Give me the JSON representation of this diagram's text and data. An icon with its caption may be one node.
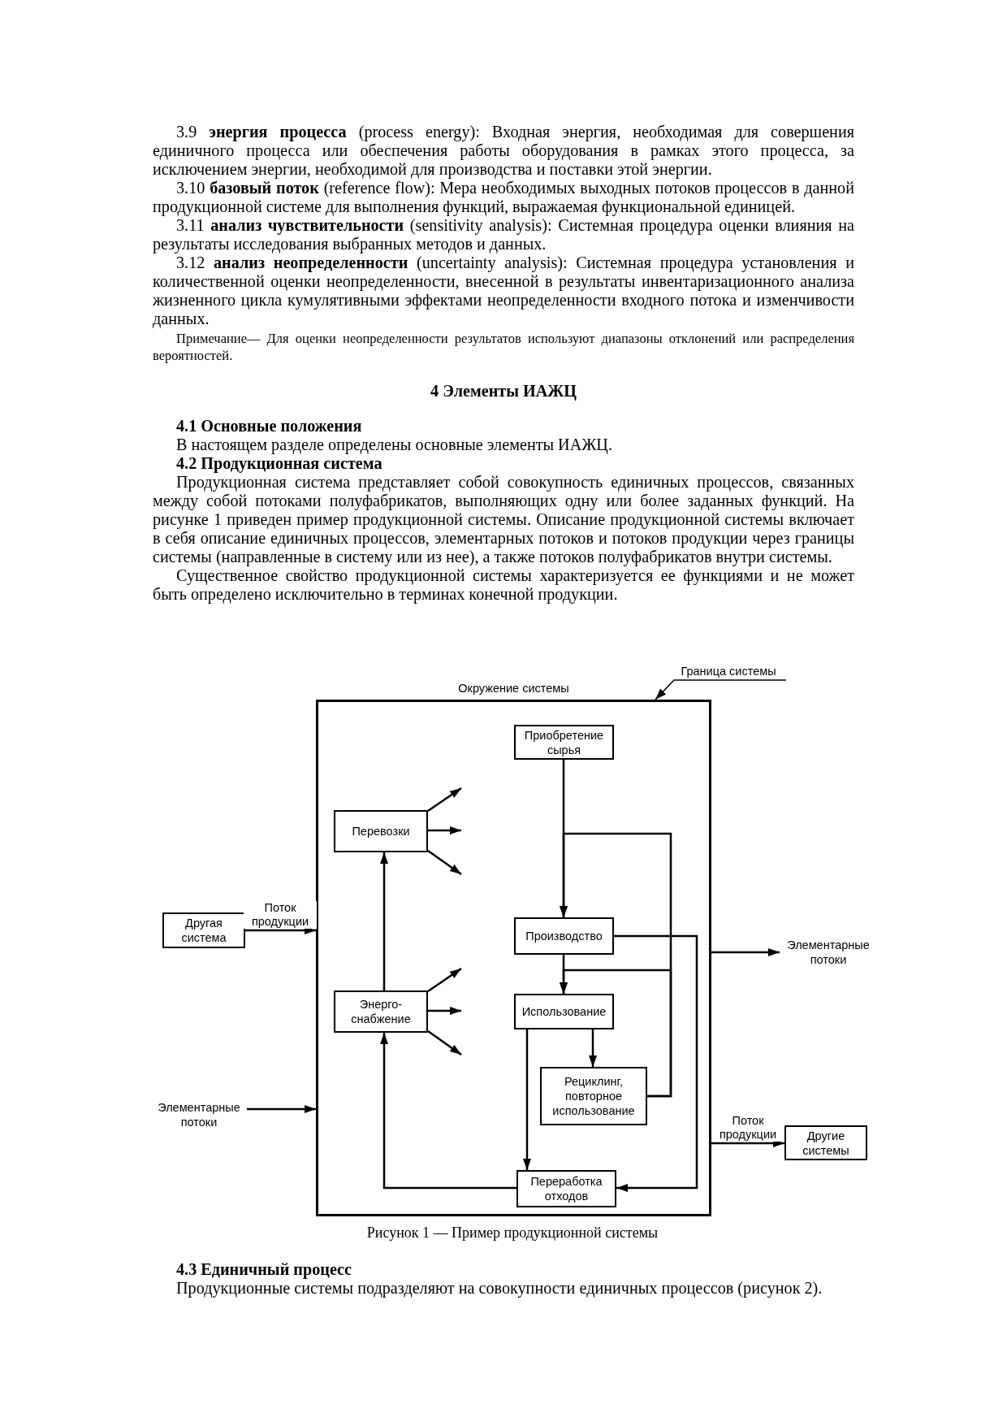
{
  "diagram": {
    "caption": "Рисунок 1 — Пример продукционной системы",
    "nodes": [
      {
        "text": [
          "Окружение системы"
        ]
      },
      {
        "text": [
          "Приобретение сырья"
        ],
        "in": 0
      },
      {
        "text": [
          "Перевозки"
        ],
        "in": 0
      },
      {
        "text": [
          "Производство"
        ],
        "in": 0
      },
      {
        "text": [
          "Энерго- снабжение"
        ],
        "in": 0
      },
      {
        "text": [
          "Использование"
        ],
        "in": 0
      },
      {
        "text": [
          "Рециклинг, повторное использование"
        ],
        "in": 0
      },
      {
        "text": [
          "Переработка отходов"
        ],
        "in": 0
      },
      {
        "text": [
          "Другая система"
        ]
      },
      {
        "text": [
          "Другие системы"
        ]
      },
      {
        "text": [
          "Элементарные потоки"
        ]
      },
      {
        "text": [
          "Элементарные потоки"
        ]
      },
      {
        "text": [
          "Граница системы"
        ]
      }
    ],
    "edges": [
      {
        "from": 1,
        "to": 3,
        "arrow": "to"
      },
      {
        "from": 6,
        "to": 3,
        "arrow": "to"
      },
      {
        "from": 3,
        "to": 5,
        "arrow": "to"
      },
      {
        "from": 6,
        "to": 5,
        "arrow": "to"
      },
      {
        "from": 3,
        "to": 7,
        "arrow": "to"
      },
      {
        "from": 5,
        "to": 6,
        "arrow": "to"
      },
      {
        "from": 5,
        "to": 7,
        "arrow": "to"
      },
      {
        "from": 7,
        "to": 4,
        "arrow": "to"
      },
      {
        "from": 4,
        "to": 2,
        "arrow": "to"
      },
      {
        "from": 2,
        "to": null,
        "arrow": "to"
      },
      {
        "from": 2,
        "to": null,
        "arrow": "to"
      },
      {
        "from": 2,
        "to": null,
        "arrow": "to"
      },
      {
        "from": 4,
        "to": null,
        "arrow": "to"
      },
      {
        "from": 4,
        "to": null,
        "arrow": "to"
      },
      {
        "from": 4,
        "to": null,
        "arrow": "to"
      },
      {
        "from": 8,
        "to": 0,
        "arrow": "to",
        "label": "Поток продукции"
      },
      {
        "from": 0,
        "to": 9,
        "arrow": "to",
        "label": "Поток продукции"
      },
      {
        "from": 10,
        "to": 0,
        "arrow": "to"
      },
      {
        "from": 0,
        "to": 11,
        "arrow": "to"
      },
      {
        "from": 12,
        "to": 0,
        "arrow": "to"
      }
    ],
    "labels": [
      "3.9 **энергия процесса** (process energy): Входная энергия, необходимая для совершения единичного процесса или обеспечения работы оборудования в рамках этого процесса, за исключением энергии, необходимой для производства и поставки этой энергии.",
      "3.10 **базовый поток** (reference flow): Мера необходимых выходных потоков процессов в данной продукционной системе для выполнения функций, выражаемая функциональной единицей.",
      "3.11 **анализ чувствительности** (sensitivity analysis): Системная процедура оценки влияния на результаты исследования выбранных методов и данных.",
      "3.12 **анализ неопределенности** (uncertainty analysis): Системная процедура установления и количественной оценки неопределенности, внесенной в результаты инвентаризационного анализа жизненного цикла кумулятивными эффектами неопределенности входного потока и изменчивости данных.",
      "Примечание— Для оценки неопределенности результатов используют диапазоны отклонений или распределения вероятностей.",
      "4 Элементы ИАЖЦ",
      "4.1 Основные положения",
      "В настоящем разделе определены основные элементы ИАЖЦ.",
      "4.2 Продукционная система",
      "Продукционная система представляет собой совокупность единичных процессов, связанных между собой потоками полуфабрикатов, выполняющих одну или более заданных функций. На рисунке 1 приведен пример продукционной системы. Описание продукционной системы включает в себя описание единичных процессов, элементарных потоков и потоков продукции через границы системы (направленные в систему или из нее), а также потоков полуфабрикатов внутри системы.",
      "Существенное свойство продукционной системы характеризуется ее функциями и не может быть определено исключительно в терминах конечной продукции.",
      "4.3 Единичный процесс",
      "Продукционные системы подразделяют на совокупности единичных процессов (рисунок 2)."
    ]
  }
}
